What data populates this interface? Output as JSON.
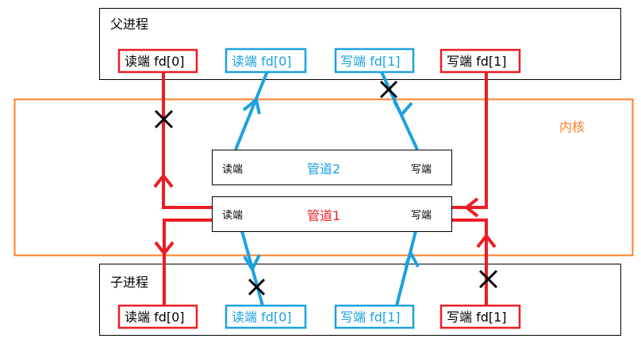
{
  "colors": {
    "red": "#ed1c24",
    "blue": "#1ba1e2",
    "orange": "#ff7f27",
    "black": "#000000"
  },
  "parent": {
    "title": "父进程",
    "fds": [
      "读端 fd[0]",
      "读端 fd[0]",
      "写端 fd[1]",
      "写端 fd[1]"
    ]
  },
  "kernel": {
    "title": "内核"
  },
  "pipe2": {
    "read": "读端",
    "name": "管道2",
    "write": "写端"
  },
  "pipe1": {
    "read": "读端",
    "name": "管道1",
    "write": "写端"
  },
  "child": {
    "title": "子进程",
    "fds": [
      "读端 fd[0]",
      "读端 fd[0]",
      "写端 fd[1]",
      "写端 fd[1]"
    ]
  }
}
